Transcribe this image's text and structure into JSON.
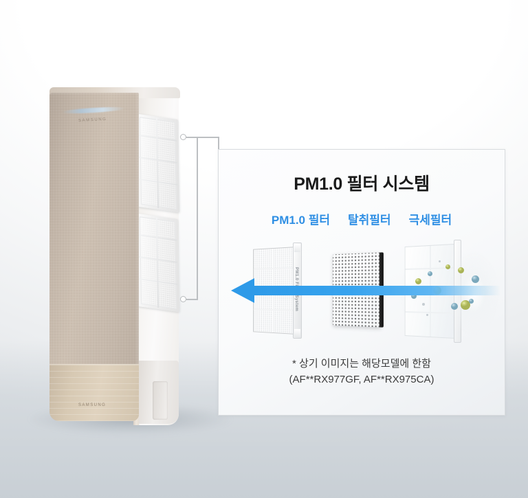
{
  "product": {
    "type": "floor-standing-air-conditioner",
    "brand_logo_top": "SAMSUNG",
    "brand_logo_bottom": "SAMSUNG",
    "side_intake_filters": [
      "upper-intake-filter",
      "lower-intake-filter"
    ]
  },
  "panel": {
    "title": "PM1.0 필터 시스템",
    "filter_labels": [
      "PM1.0 필터",
      "탈취필터",
      "극세필터"
    ],
    "diagram": {
      "airflow_arrow": "left-pointing-airflow-arrow",
      "filters": [
        {
          "id": "pm10-filter",
          "vertical_text": "PM1.0 Filter System",
          "style": "mesh-cassette"
        },
        {
          "id": "deodorizing-filter",
          "vertical_text": "",
          "style": "charcoal-honeycomb"
        },
        {
          "id": "fine-dust-filter",
          "vertical_text": "",
          "style": "white-grid-panel"
        }
      ]
    },
    "caption_line1": "* 상기 이미지는 해당모델에 한함",
    "caption_line2": "(AF**RX977GF, AF**RX975CA)"
  },
  "colors": {
    "accent_blue": "#2f8fe4",
    "arrow_blue": "#2e9ae8",
    "title_black": "#1a1a1a",
    "caption_gray": "#3a3a3a",
    "panel_border": "#d9dcdf",
    "callout_line": "#bcbfc2",
    "product_champagne": "#cdc0b2",
    "product_base_gold": "#e0d3bf",
    "charcoal_filter": "#1b1b1b"
  }
}
